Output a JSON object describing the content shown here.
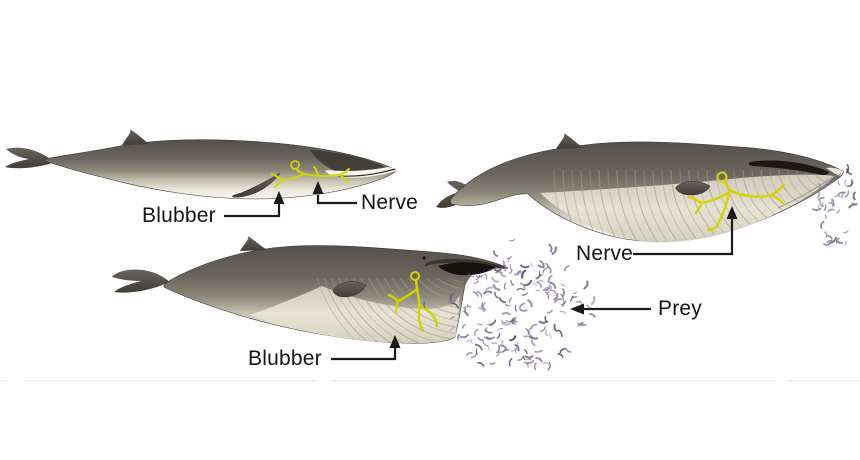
{
  "diagram": {
    "labels": {
      "whale1_blubber": "Blubber",
      "whale1_nerve": "Nerve",
      "whale2_nerve": "Nerve",
      "whale3_blubber": "Blubber",
      "prey": "Prey"
    },
    "colors": {
      "nerve_yellow": "#d3d400",
      "groove": "#a49a8a",
      "krill_palette": [
        "#6e5f82",
        "#83749a",
        "#564a6b",
        "#907fa5"
      ],
      "whale_dark": "#57514b",
      "whale_belly": "#f2efe5",
      "label_text": "#141414",
      "leader_line": "#1a1a1a",
      "divider": "#e9e7e4"
    }
  }
}
